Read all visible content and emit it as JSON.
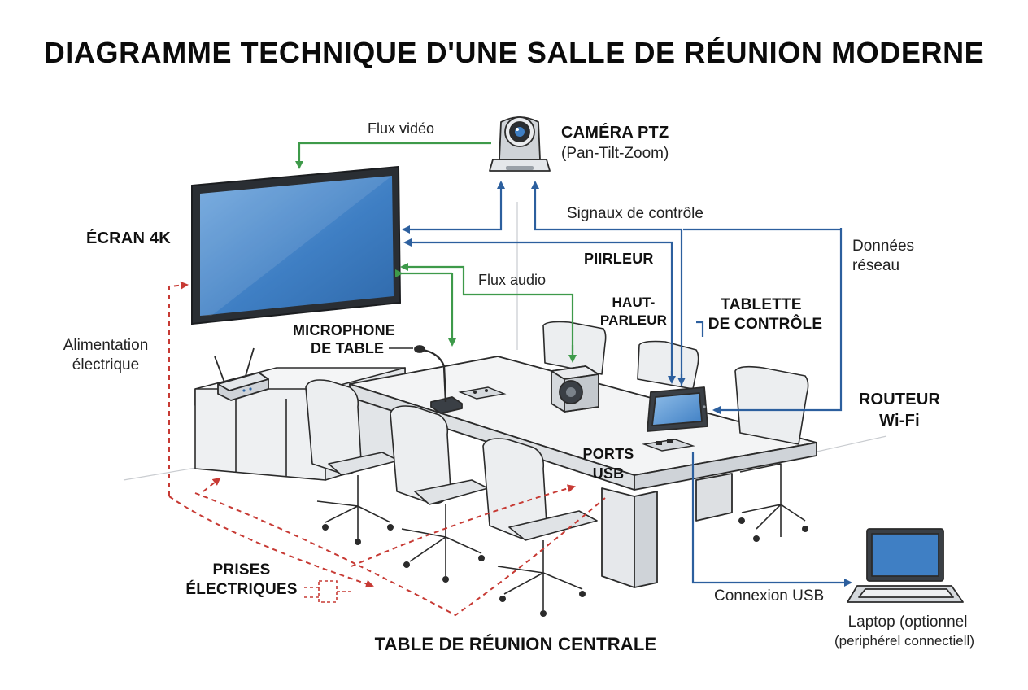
{
  "title": "DIAGRAMME TECHNIQUE D'UNE SALLE DE RÉUNION MODERNE",
  "colors": {
    "video": "#3e9a4a",
    "control": "#2c5f9e",
    "power": "#c73a34",
    "screen": "#3f7fc4",
    "outline": "#2b2b2b",
    "fill_light": "#eef0f2"
  },
  "labels": {
    "camera_title": "CAMÉRA PTZ",
    "camera_sub": "(Pan-Tilt-Zoom)",
    "flux_video": "Flux vidéo",
    "ecran": "ÉCRAN 4K",
    "signaux": "Signaux de contrôle",
    "donnees_l1": "Données",
    "donnees_l2": "réseau",
    "pirleur": "PIIRLEUR",
    "flux_audio": "Flux audio",
    "haut_l1": "HAUT-",
    "haut_l2": "PARLEUR",
    "tablette_l1": "TABLETTE",
    "tablette_l2": "DE CONTRÔLE",
    "alim_l1": "Alimentation",
    "alim_l2": "électrique",
    "micro_l1": "MICROPHONE",
    "micro_l2": "DE TABLE",
    "routeur_l1": "ROUTEUR",
    "routeur_l2": "Wi-Fi",
    "ports_l1": "PORTS",
    "ports_l2": "USB",
    "prises_l1": "PRISES",
    "prises_l2": "ÉLECTRIQUES",
    "connexion_usb": "Connexion USB",
    "laptop_l1": "Laptop (optionnel",
    "laptop_l2": "(periphérel connectiell)",
    "table_centrale": "TABLE DE RÉUNION CENTRALE"
  },
  "icons": [
    "ptz-camera-icon",
    "tv-screen-icon",
    "wifi-router-icon",
    "table-microphone-icon",
    "speaker-icon",
    "control-tablet-icon",
    "laptop-icon",
    "power-plug-icon",
    "usb-port-icon",
    "office-chair-icon"
  ]
}
